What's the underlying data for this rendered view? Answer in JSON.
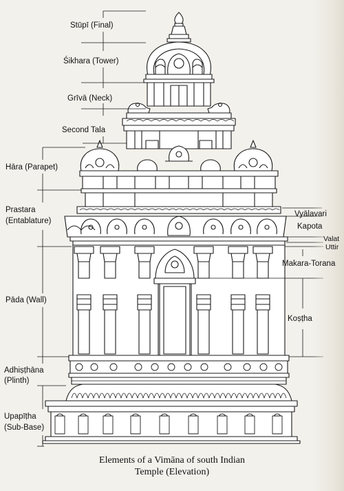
{
  "labels_left": {
    "stupi": "Stūpī (Final)",
    "sikhara": "Śikhara (Tower)",
    "griva": "Grīvā (Neck)",
    "second_tala": "Second Tala",
    "hara": "Hāra (Parapet)",
    "prastara_1": "Prastara",
    "prastara_2": "(Entablature)",
    "pada": "Pāda (Wall)",
    "adhisthana_1": "Adhiṣṭhāna",
    "adhisthana_2": "(Plinth)",
    "upapitha_1": "Upapīṭha",
    "upapitha_2": "(Sub-Base)"
  },
  "labels_right": {
    "vyalavari": "Vyālavari",
    "kapota": "Kapota",
    "valabhi": "Valat",
    "uttira": "Uttir",
    "makara_torana": "Makara-Torana",
    "kostha": "Koṣṭha"
  },
  "caption": {
    "line1": "Elements of a Vimāna of south Indian",
    "line2": "Temple (Elevation)"
  },
  "colors": {
    "ink": "#1a1a1a",
    "paper": "#f3f1ec"
  }
}
